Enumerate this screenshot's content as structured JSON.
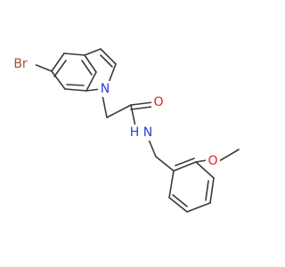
{
  "molecule": {
    "atoms": {
      "bromine": {
        "symbol": "Br",
        "color": "#a0522d"
      },
      "indole_nitrogen": {
        "symbol": "N",
        "color": "#2f3fd0"
      },
      "carbonyl_oxygen": {
        "symbol": "O",
        "color": "#e02020"
      },
      "amide_nitrogen": {
        "symbol": "N",
        "color": "#2f3fd0"
      },
      "amide_hydrogen": {
        "symbol": "H",
        "color": "#2f3fd0"
      },
      "methoxy_oxygen": {
        "symbol": "O",
        "color": "#e02020"
      }
    },
    "bond_color": "#3a3a3a",
    "background": "#ffffff"
  }
}
